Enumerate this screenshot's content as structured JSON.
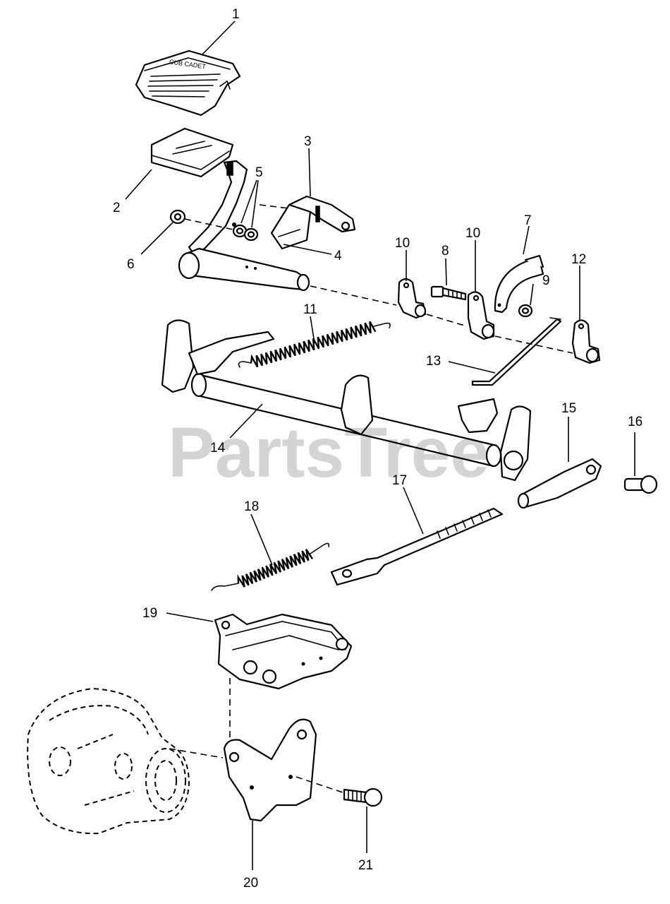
{
  "watermark": "PartsTree",
  "callouts": [
    {
      "id": "1",
      "text": "1"
    },
    {
      "id": "2",
      "text": "2"
    },
    {
      "id": "3",
      "text": "3"
    },
    {
      "id": "4",
      "text": "4"
    },
    {
      "id": "5",
      "text": "5"
    },
    {
      "id": "6",
      "text": "6"
    },
    {
      "id": "7",
      "text": "7"
    },
    {
      "id": "8",
      "text": "8"
    },
    {
      "id": "9",
      "text": "9"
    },
    {
      "id": "10a",
      "text": "10"
    },
    {
      "id": "10b",
      "text": "10"
    },
    {
      "id": "11",
      "text": "11"
    },
    {
      "id": "12",
      "text": "12"
    },
    {
      "id": "13",
      "text": "13"
    },
    {
      "id": "14",
      "text": "14"
    },
    {
      "id": "15",
      "text": "15"
    },
    {
      "id": "16",
      "text": "16"
    },
    {
      "id": "17",
      "text": "17"
    },
    {
      "id": "18",
      "text": "18"
    },
    {
      "id": "19",
      "text": "19"
    },
    {
      "id": "20",
      "text": "20"
    },
    {
      "id": "21",
      "text": "21"
    }
  ],
  "pedal_pad_lettering": "CUB CADET"
}
